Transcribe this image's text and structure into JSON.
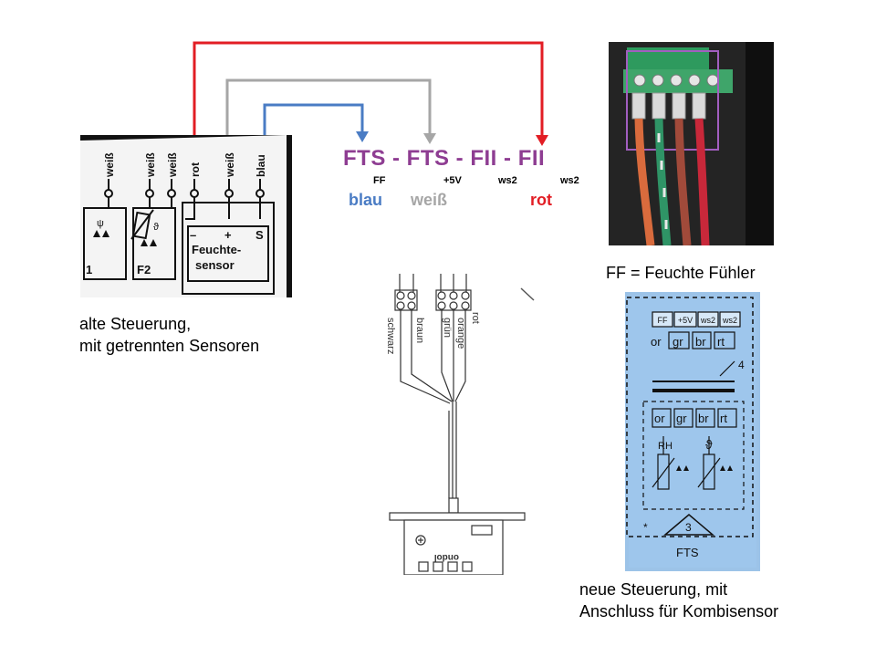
{
  "colors": {
    "red_wire": "#e21d24",
    "grey_wire": "#a6a6a6",
    "blue_wire": "#4a7cc4",
    "fts_title": "#8e3d92",
    "blau": "#4a7cc4",
    "weiss": "#a6a6a6",
    "rot": "#e21d24",
    "purple_box": "#a25ec0",
    "terminal_green": "#3fa56a",
    "blueprint_bg": "#9cc3e8"
  },
  "header": {
    "title_parts": [
      "FTS",
      "-",
      "FTS",
      "-",
      "FII",
      "-",
      "FII"
    ],
    "sublabels": [
      "FF",
      "+5V",
      "ws2",
      "ws2"
    ],
    "color_words": {
      "blau": "blau",
      "weiss": "weiß",
      "rot": "rot"
    }
  },
  "old_control": {
    "wire_labels": [
      "weiß",
      "weiß",
      "weiß",
      "rot",
      "weiß",
      "blau"
    ],
    "sensor_labels": {
      "f1": "1",
      "f2": "F2",
      "sensor_line1": "Feuchte-",
      "sensor_line2": "sensor",
      "minus": "–",
      "plus": "+",
      "s": "S"
    },
    "caption_line1": "alte Steuerung,",
    "caption_line2": "mit getrennten Sensoren"
  },
  "photo": {
    "caption": "FF = Feuchte Fühler"
  },
  "center_schematic": {
    "wire_labels": [
      "schwarz",
      "braun",
      "grün",
      "orange",
      "rot"
    ],
    "board_label": "ondol"
  },
  "new_control": {
    "top_terminals": [
      "FF",
      "+5V",
      "ws2",
      "ws2"
    ],
    "top_colors": [
      "or",
      "gr",
      "br",
      "rt"
    ],
    "bottom_colors": [
      "or",
      "gr",
      "br",
      "rt"
    ],
    "slash_label": "4",
    "rh_label": "RH",
    "triangle_label": "3",
    "star": "*",
    "caption_in_image": "FTS",
    "caption_line1": "neue Steuerung, mit",
    "caption_line2": "Anschluss für Kombisensor"
  }
}
